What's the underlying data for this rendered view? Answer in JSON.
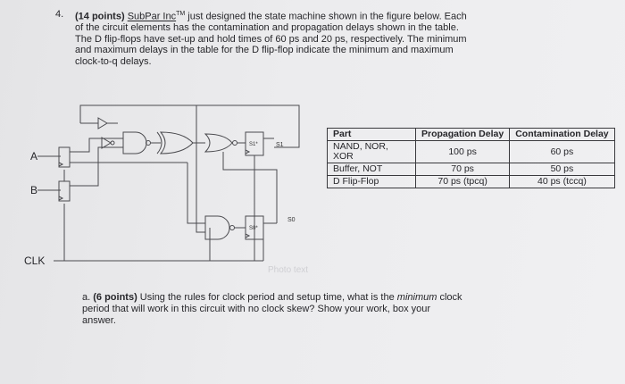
{
  "question": {
    "number": "4.",
    "points": "(14 points)",
    "company": "SubPar Inc",
    "tm": "TM",
    "line1_rest": " just designed the state machine shown in the figure below. Each",
    "line2": "of the circuit elements has the contamination and propagation delays shown in the table.",
    "line3": "The D flip-flops have set-up and hold times of 60 ps and 20 ps, respectively. The minimum",
    "line4": "and maximum delays in the table for the D flip-flop indicate the minimum and maximum",
    "line5": "clock-to-q delays."
  },
  "circuit": {
    "input_a": "A",
    "input_b": "B",
    "clock": "CLK",
    "s1_ff": "S1*",
    "s1_out": "S1",
    "s0_ff": "S0*",
    "s0_out": "S0"
  },
  "table": {
    "headers": [
      "Part",
      "Propagation Delay",
      "Contamination Delay"
    ],
    "rows": [
      [
        "NAND, NOR, XOR",
        "100 ps",
        "60 ps"
      ],
      [
        "Buffer, NOT",
        "70 ps",
        "50 ps"
      ],
      [
        "D Flip-Flop",
        "70 ps (tpcq)",
        "40 ps (tccq)"
      ]
    ]
  },
  "part_a": {
    "label": "a.",
    "points": "(6 points)",
    "line1": " Using the rules for clock period and setup time, what is the ",
    "emph": "minimum",
    "line1_end": " clock",
    "line2": "period that will work in this circuit with no clock skew? Show your work, box your",
    "line3": "answer."
  },
  "watermark": "Photo text"
}
